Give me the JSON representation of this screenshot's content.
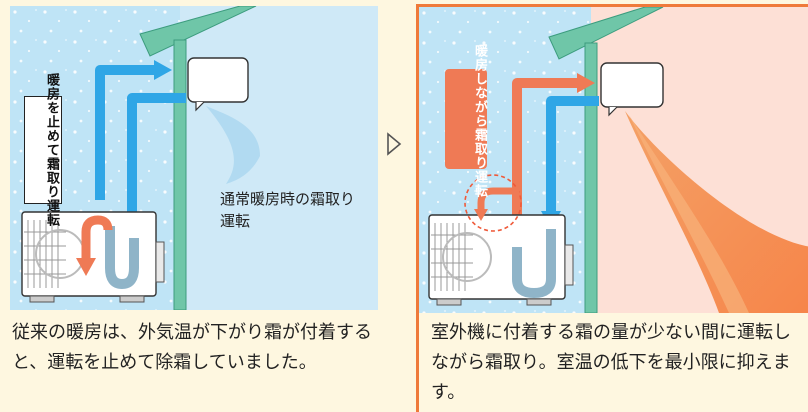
{
  "left": {
    "vertical_label": "暖房を止めて霜取り運転",
    "note": "通常暖房時の霜取り運転",
    "caption": "従来の暖房は、外気温が下がり霜が付着すると、運転を止めて除霜していました。"
  },
  "right": {
    "vertical_label": "暖房しながら霜取り運転",
    "caption": "室外機に付着する霜の量が少ない間に運転しながら霜取り。室温の低下を最小限に抑えます。"
  },
  "colors": {
    "background": "#fef7e0",
    "snow_sky": "#bfe4f6",
    "wall": "#6fc6a8",
    "indoor_left": "#cfe9f7",
    "indoor_right": "#fde0d6",
    "cold_pipe": "#2fa6e6",
    "hot_pipe": "#ef7a55",
    "accent_border": "#ef7a3a"
  },
  "icons": {
    "divider": "triangle-right-icon"
  }
}
